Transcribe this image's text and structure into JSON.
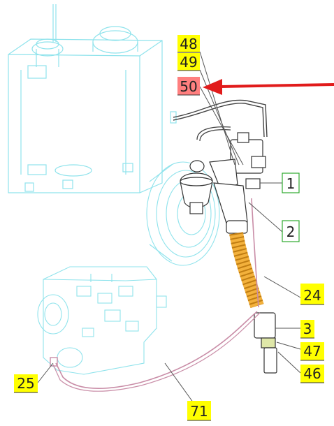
{
  "callouts": [
    {
      "id": "c48",
      "label": "48",
      "fill": "#ffff00"
    },
    {
      "id": "c49",
      "label": "49",
      "fill": "#ffff00"
    },
    {
      "id": "c50",
      "label": "50",
      "fill": "#ff7f7f",
      "highlighted": true
    },
    {
      "id": "c1",
      "label": "1",
      "fill": "#ffffff",
      "border": "#2eaa2e"
    },
    {
      "id": "c2",
      "label": "2",
      "fill": "#ffffff",
      "border": "#2eaa2e"
    },
    {
      "id": "c24",
      "label": "24",
      "fill": "#ffff00"
    },
    {
      "id": "c3",
      "label": "3",
      "fill": "#ffff00"
    },
    {
      "id": "c47",
      "label": "47",
      "fill": "#ffff00"
    },
    {
      "id": "c46",
      "label": "46",
      "fill": "#ffff00"
    },
    {
      "id": "c25",
      "label": "25",
      "fill": "#ffff00"
    },
    {
      "id": "c71",
      "label": "71",
      "fill": "#ffff00"
    }
  ],
  "colors": {
    "tank_lines": "#8fe3ec",
    "part_lines": "#333333",
    "hose_orange": "#f3b13c",
    "pipe_pink": "#c98da7",
    "arrow_red": "#e11b1b"
  },
  "icons": {
    "pointer": "red-arrow-icon"
  }
}
